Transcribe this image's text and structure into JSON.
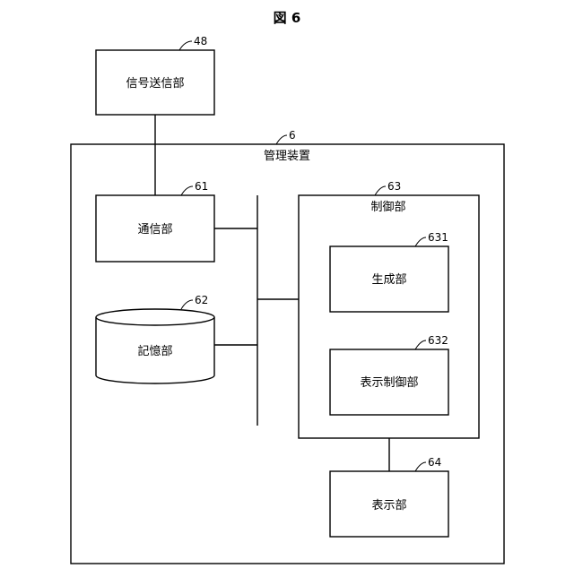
{
  "figure": {
    "title": "図 6"
  },
  "blocks": {
    "signal_tx": {
      "label": "信号送信部",
      "ref": "48"
    },
    "management": {
      "label": "管理装置",
      "ref": "6"
    },
    "comm": {
      "label": "通信部",
      "ref": "61"
    },
    "storage": {
      "label": "記憶部",
      "ref": "62"
    },
    "control": {
      "label": "制御部",
      "ref": "63"
    },
    "generation": {
      "label": "生成部",
      "ref": "631"
    },
    "display_control": {
      "label": "表示制御部",
      "ref": "632"
    },
    "display": {
      "label": "表示部",
      "ref": "64"
    }
  }
}
